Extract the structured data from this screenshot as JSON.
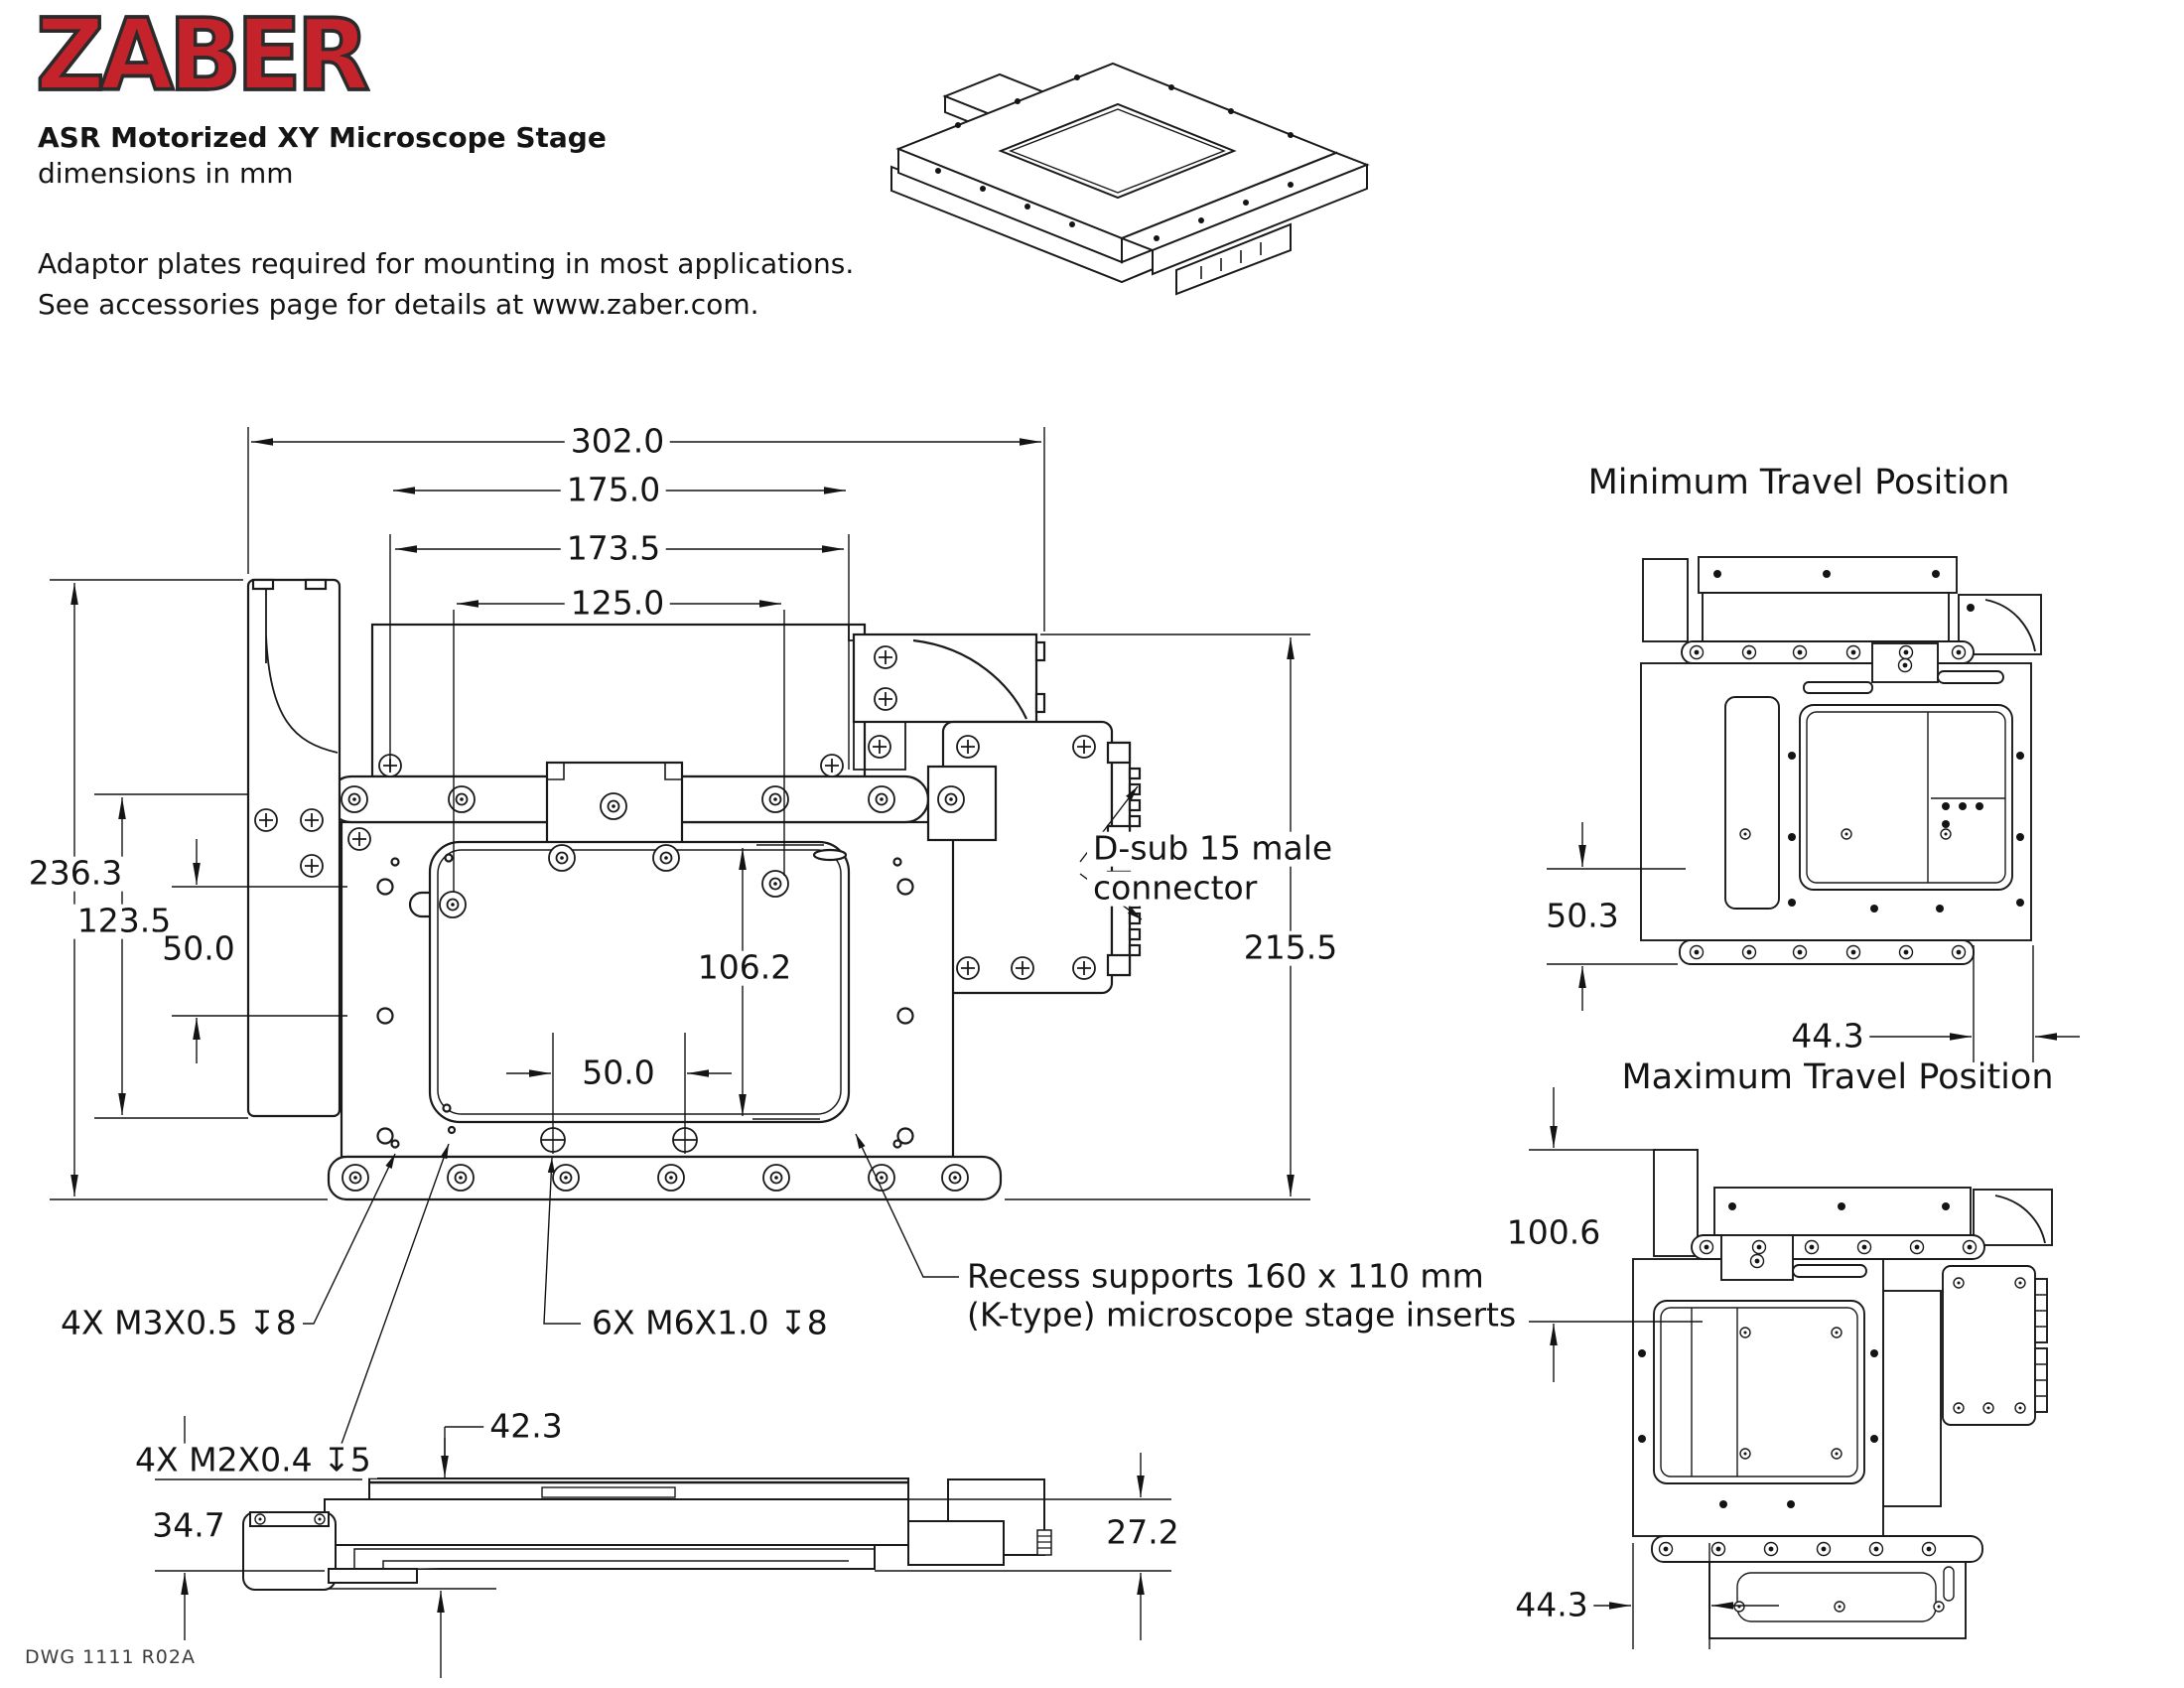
{
  "brand": {
    "logo": "ZABER",
    "accent_color": "#c5232b"
  },
  "header": {
    "title": "ASR Motorized XY Microscope Stage",
    "subtitle": "dimensions in mm",
    "note_line1": "Adaptor plates required for mounting in most applications.",
    "note_line2": "See accessories page for details at www.zaber.com."
  },
  "main_view": {
    "dim_overall_width": "302.0",
    "dim_top_plate_width": "175.0",
    "dim_hole_width": "173.5",
    "dim_slot_width": "125.0",
    "dim_overall_height": "236.3",
    "dim_hole_height": "123.5",
    "dim_left_hole_spacing": "50.0",
    "dim_recess_height": "106.2",
    "dim_bottom_hole_spacing": "50.0",
    "dim_right_height": "215.5",
    "callout_m3": "4X M3X0.5 ↧8",
    "callout_m2": "4X M2X0.4 ↧5",
    "callout_m6": "6X M6X1.0 ↧8",
    "callout_dsub_line1": "D-sub 15 male",
    "callout_dsub_line2": "connector",
    "callout_recess_line1": "Recess supports 160 x 110 mm",
    "callout_recess_line2": "(K-type) microscope stage inserts"
  },
  "min_travel_view": {
    "title": "Minimum Travel Position",
    "dim_vertical": "50.3",
    "dim_horizontal": "44.3"
  },
  "max_travel_view": {
    "title": "Maximum Travel Position",
    "dim_vertical": "100.6",
    "dim_horizontal": "44.3"
  },
  "side_view": {
    "dim_offset_top": "42.3",
    "dim_height_left": "34.7",
    "dim_height_right": "27.2"
  },
  "footer": {
    "drawing_number": "DWG 1111 R02A"
  }
}
